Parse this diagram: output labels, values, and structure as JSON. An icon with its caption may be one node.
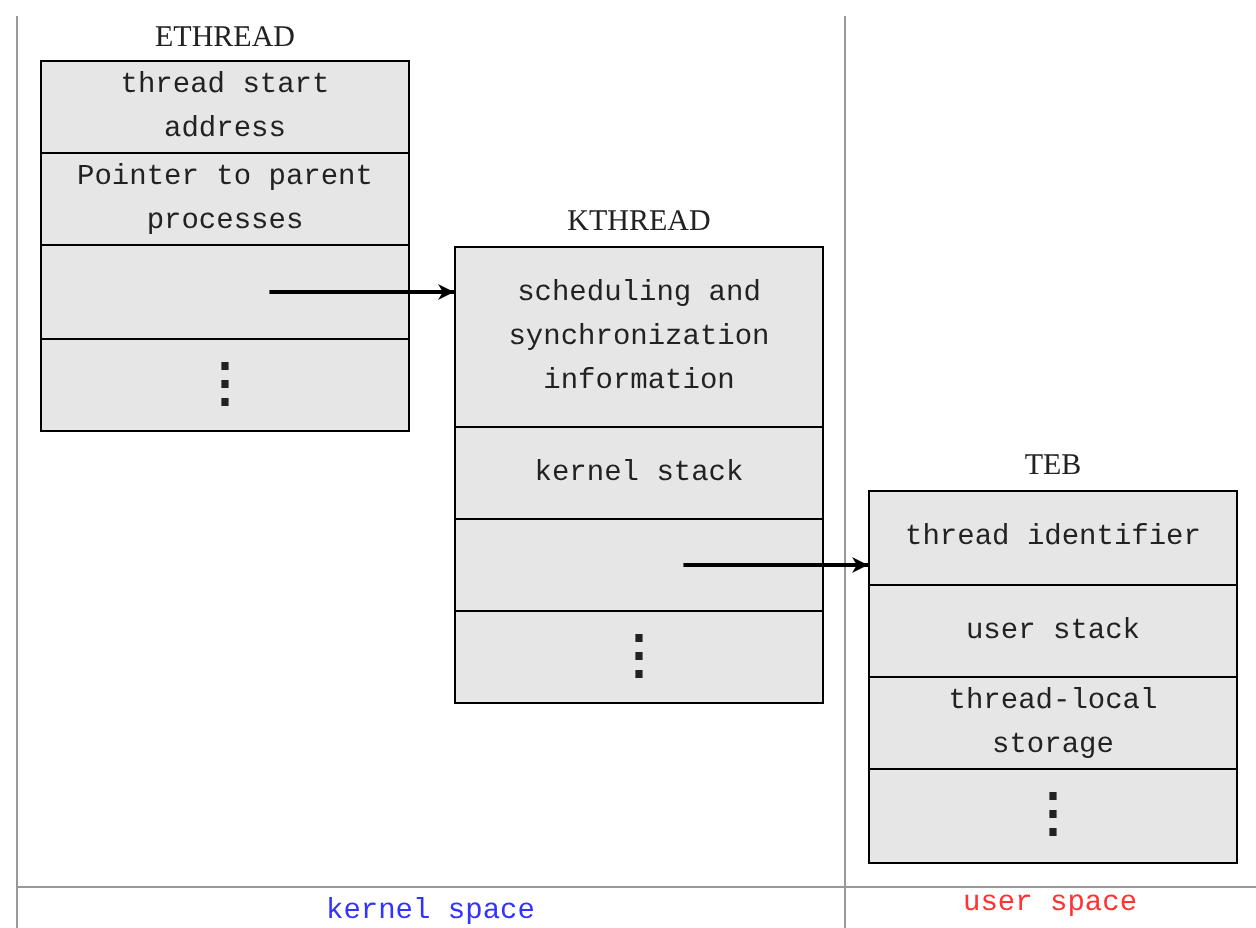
{
  "diagram": {
    "nodes": [
      {
        "text": [
          "ETHREAD"
        ]
      },
      {
        "text": [
          "thread start address"
        ],
        "in": 0
      },
      {
        "text": [
          "Pointer to parent processes"
        ],
        "in": 0
      },
      {
        "text": [],
        "shape": "box",
        "in": 0
      },
      {
        "text": [
          "⋮"
        ],
        "in": 0
      },
      {
        "text": [
          "KTHREAD"
        ]
      },
      {
        "text": [
          "scheduling and synchronization information"
        ],
        "in": 5
      },
      {
        "text": [
          "kernel stack"
        ],
        "in": 5
      },
      {
        "text": [],
        "shape": "box",
        "in": 5
      },
      {
        "text": [
          "⋮"
        ],
        "in": 5
      },
      {
        "text": [
          "TEB"
        ]
      },
      {
        "text": [
          "thread identifier"
        ],
        "in": 10
      },
      {
        "text": [
          "user stack"
        ],
        "in": 10
      },
      {
        "text": [
          "thread-local storage"
        ],
        "in": 10
      },
      {
        "text": [
          "⋮"
        ],
        "in": 10
      }
    ],
    "edges": [
      {
        "from": 3,
        "to": 5,
        "arrow": "to"
      },
      {
        "from": 8,
        "to": 10,
        "arrow": "to"
      }
    ],
    "labels": [
      "kernel space",
      "user space"
    ]
  }
}
